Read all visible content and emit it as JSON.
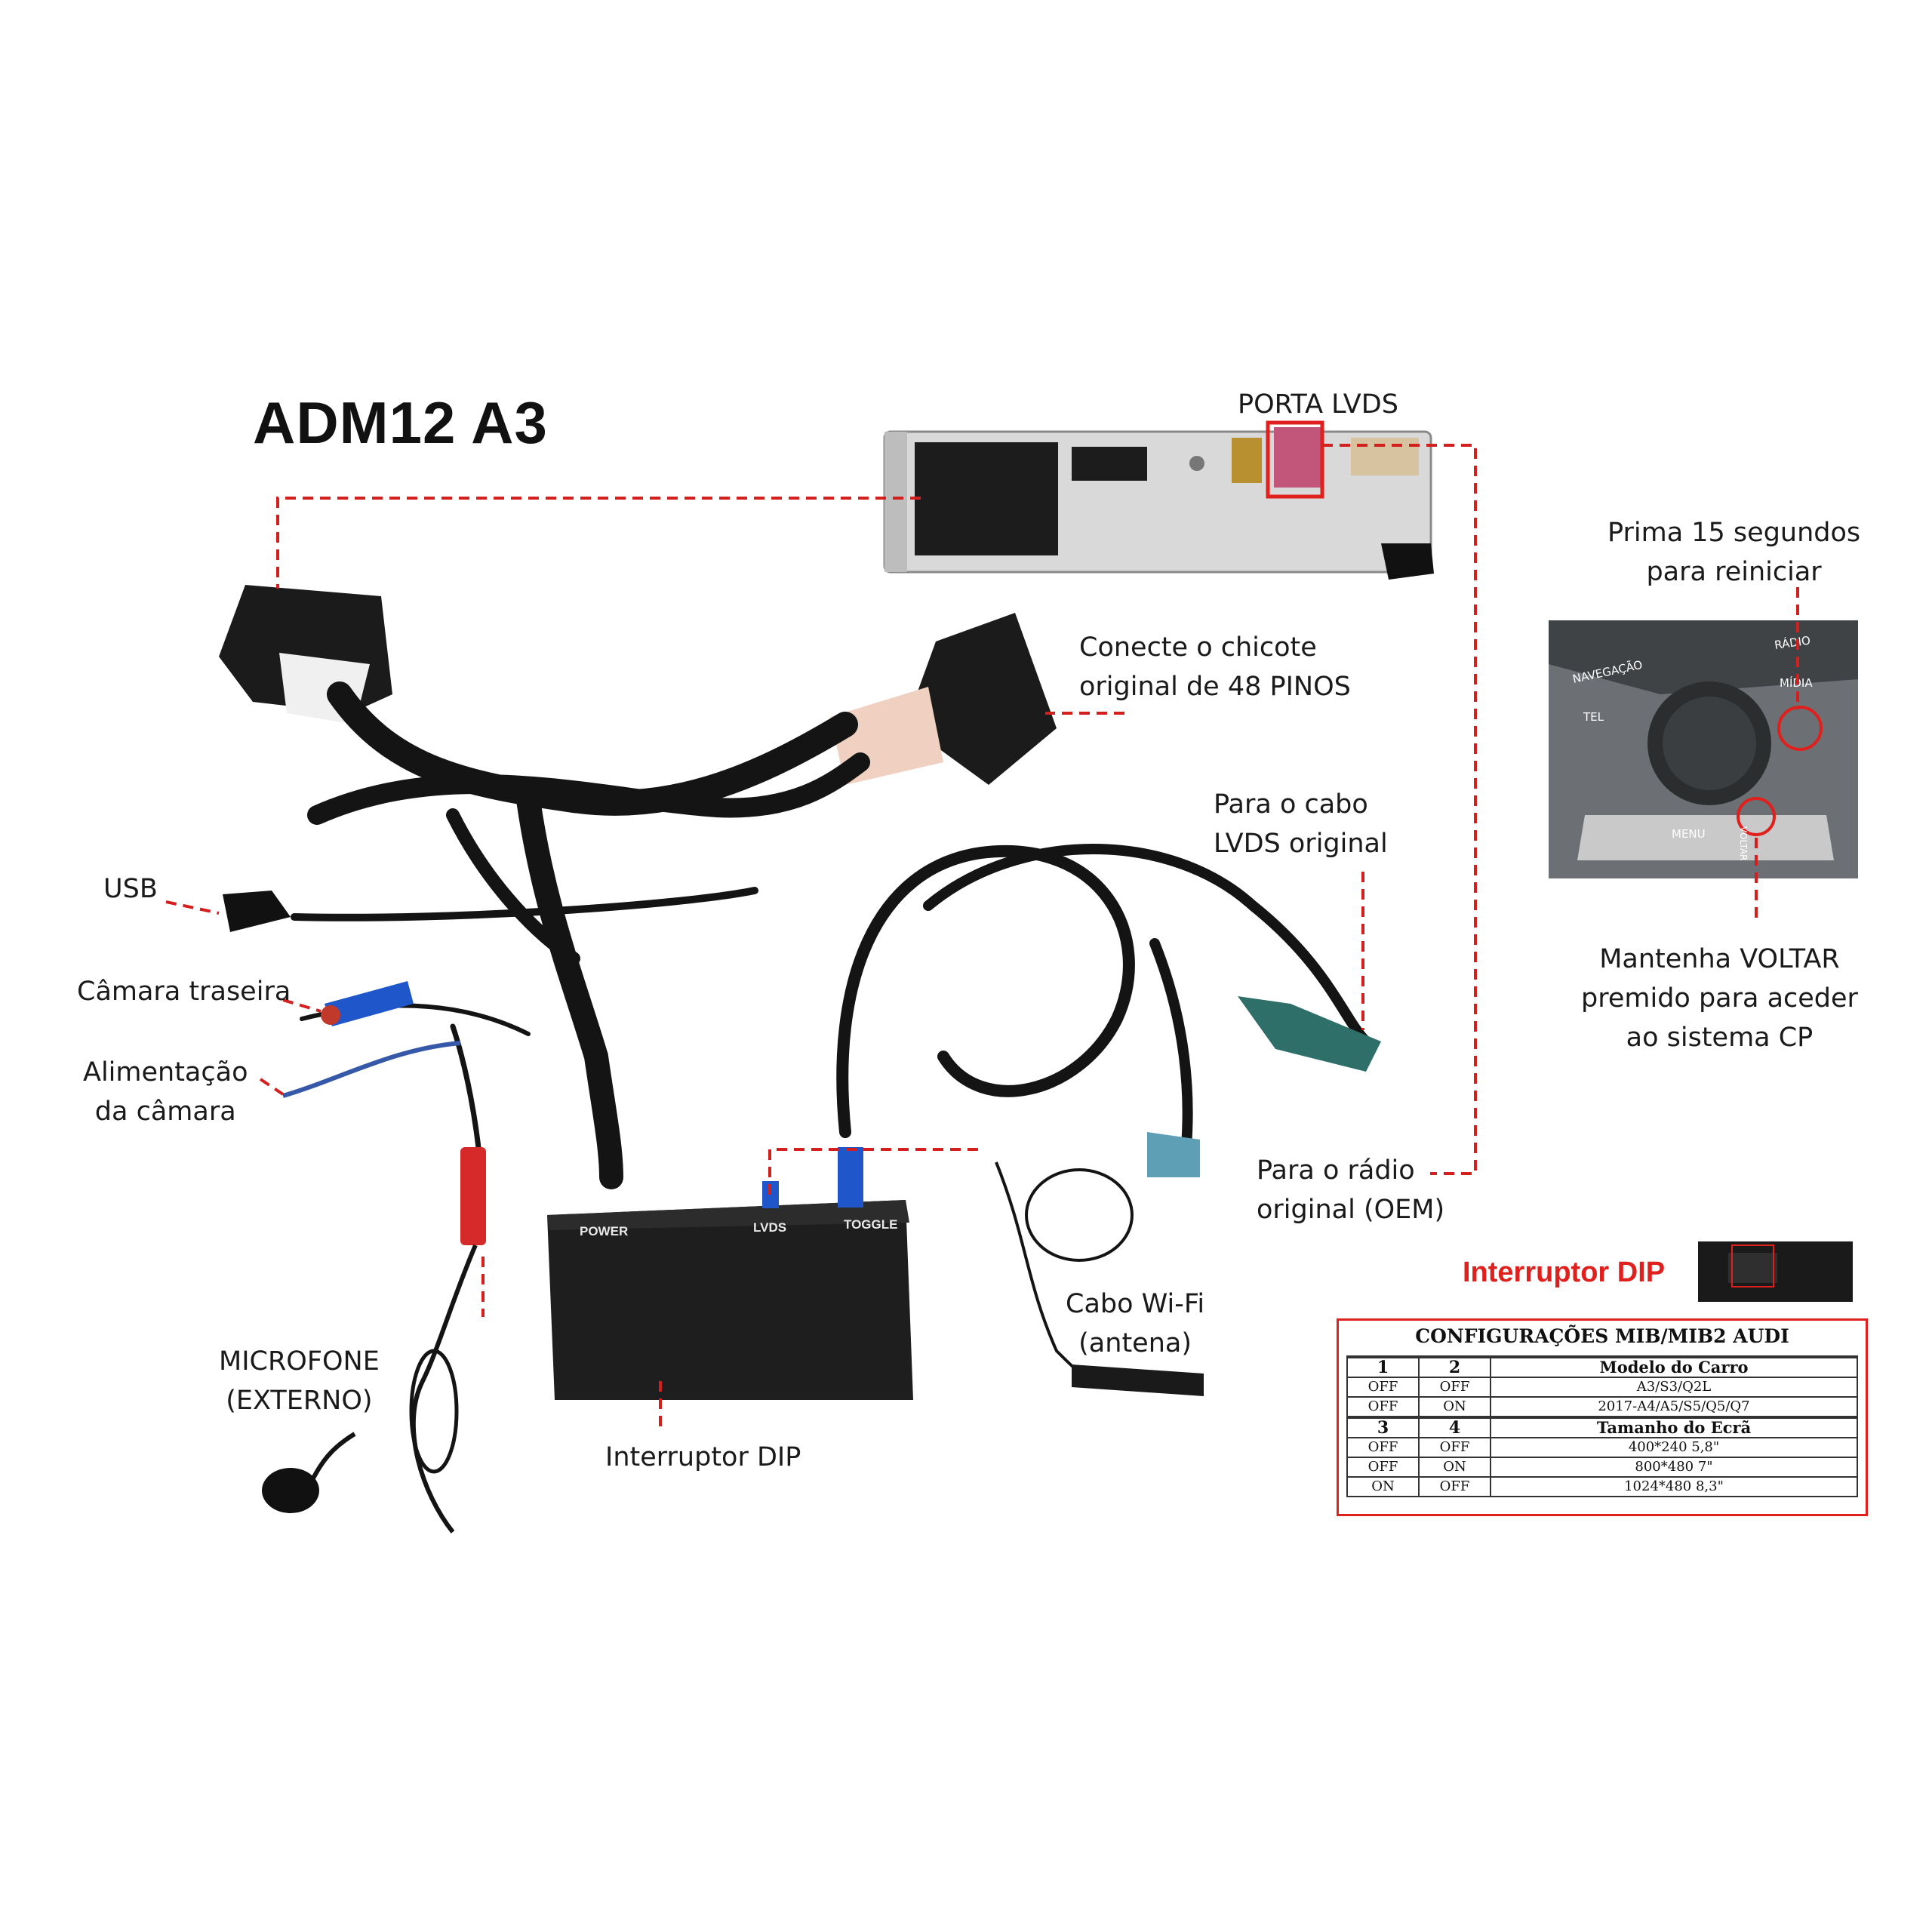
{
  "title": "ADM12 A3",
  "labels": {
    "porta_lvds": "PORTA LVDS",
    "reiniciar": [
      "Prima 15 segundos",
      "para reiniciar"
    ],
    "chicote": [
      "Conecte o chicote",
      "original de 48 PINOS"
    ],
    "cabo_lvds": [
      "Para o cabo",
      "LVDS original"
    ],
    "usb": "USB",
    "camara": "Câmara traseira",
    "alimentacao": [
      "Alimentação",
      "da câmara"
    ],
    "voltar": [
      "Mantenha VOLTAR",
      "premido para aceder",
      "ao sistema CP"
    ],
    "radio": [
      "Para o rádio",
      "original (OEM)"
    ],
    "microfone": [
      "MICROFONE",
      "(EXTERNO)"
    ],
    "wifi": [
      "Cabo Wi-Fi",
      "(antena)"
    ],
    "dip_bottom": "Interruptor DIP",
    "dip_title": "Interruptor DIP"
  },
  "box": {
    "power": "POWER",
    "lvds": "LVDS",
    "toggle": "TOGGLE"
  },
  "console": {
    "navegacao": "NAVEGAÇÃO",
    "radio": "RÁDIO",
    "midia": "MÍDIA",
    "tel": "TEL",
    "menu": "MENU",
    "voltar": "VOLTAR"
  },
  "dip_table": {
    "caption": "CONFIGURAÇÕES MIB/MIB2 AUDI",
    "group1": {
      "h1": "1",
      "h2": "2",
      "h3": "Modelo do Carro",
      "rows": [
        [
          "OFF",
          "OFF",
          "A3/S3/Q2L"
        ],
        [
          "OFF",
          "ON",
          "2017-A4/A5/S5/Q5/Q7"
        ]
      ]
    },
    "group2": {
      "h1": "3",
      "h2": "4",
      "h3": "Tamanho do Ecrã",
      "rows": [
        [
          "OFF",
          "OFF",
          "400*240      5,8\""
        ],
        [
          "OFF",
          "ON",
          "800*480       7\""
        ],
        [
          "ON",
          "OFF",
          "1024*480    8,3\""
        ]
      ]
    }
  },
  "colors": {
    "dash": "#d41f1f",
    "highlight": "#e0201c",
    "cable": "#141414",
    "lvds_port": "#c2557a",
    "blue_plug": "#1f56c9",
    "red_plug": "#d62a2a",
    "teal_plug": "#2f6f6a"
  }
}
